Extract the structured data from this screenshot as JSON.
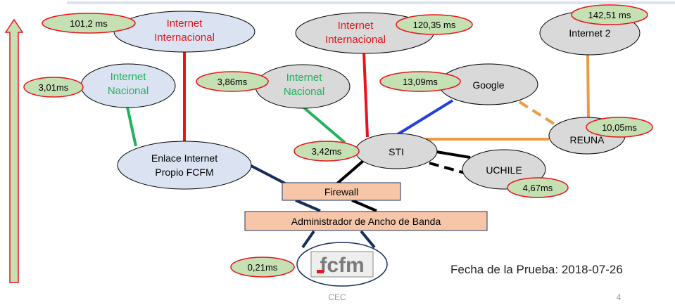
{
  "colors": {
    "red": "#e8141b",
    "green": "#1fb35a",
    "blue": "#1f3fe0",
    "orange": "#ec9a45",
    "black": "#000000",
    "navy": "#172d5a",
    "node_blue": "#dbe3f2",
    "node_gray": "#d9d9d9",
    "badge_fill": "#c5e0b3",
    "badge_stroke": "#e8141b",
    "box_fill": "#f7c6a9",
    "arrow_fill": "#c5e0b3"
  },
  "nodes": {
    "inet_intl_left": {
      "line1": "Internet",
      "line2": "Internacional"
    },
    "inet_nac_left": {
      "line1": "Internet",
      "line2": "Nacional"
    },
    "inet_intl_mid": {
      "line1": "Internet",
      "line2": "Internacional"
    },
    "inet_nac_mid": {
      "line1": "Internet",
      "line2": "Nacional"
    },
    "internet2": {
      "label": "Internet 2"
    },
    "google": {
      "label": "Google"
    },
    "reuna": {
      "label": "REUNA"
    },
    "sti": {
      "label": "STI"
    },
    "uchile": {
      "label": "UCHILE"
    },
    "enlace": {
      "line1": "Enlace Internet",
      "line2": "Propio FCFM"
    },
    "fcfm": {
      "logo_text": "fcfm"
    }
  },
  "boxes": {
    "firewall": "Firewall",
    "bandwidth": "Administrador de Ancho de Banda"
  },
  "badges": {
    "b1": "101,2 ms",
    "b2": "3,01ms",
    "b3": "3,86ms",
    "b4": "120,35 ms",
    "b5": "142,51 ms",
    "b6": "13,09ms",
    "b7": "10,05ms",
    "b8": "3,42ms",
    "b9": "4,67ms",
    "b10": "0,21ms"
  },
  "footer": {
    "date": "Fecha de la Prueba: 2018-07-26",
    "center": "CEC",
    "page": "4"
  }
}
